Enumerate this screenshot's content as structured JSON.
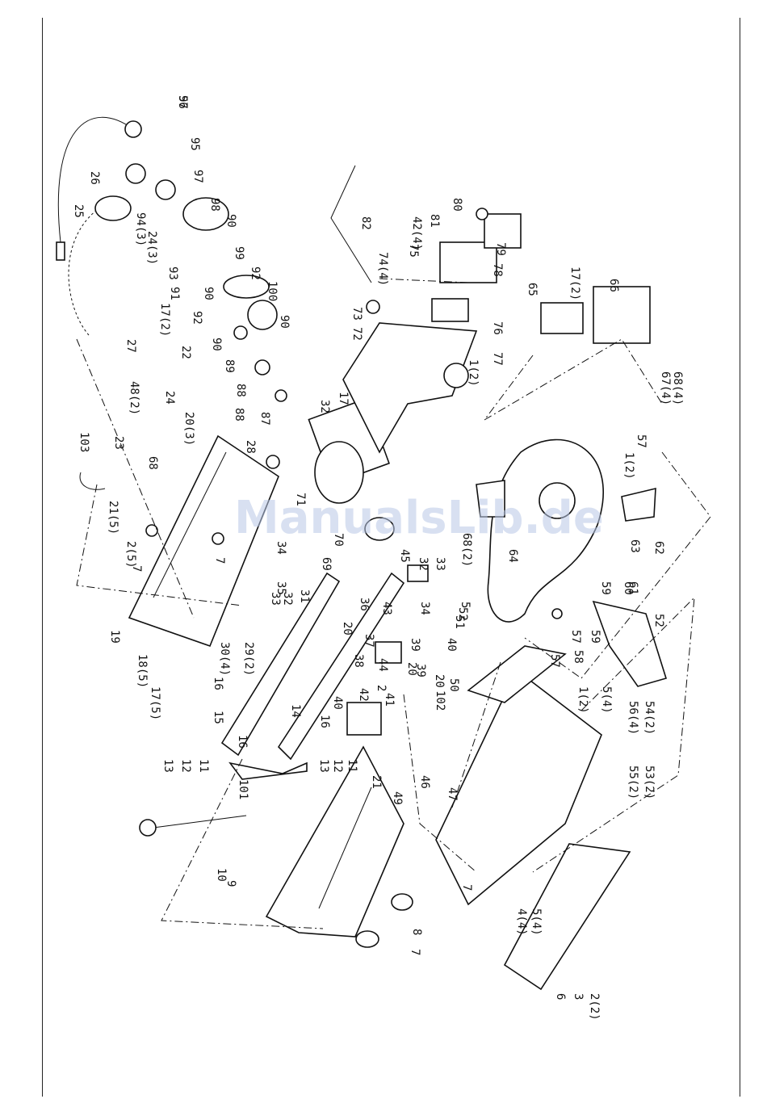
{
  "watermark": "ManualsLib.de",
  "callouts": [
    "96",
    "95",
    "26",
    "25",
    "94(3)",
    "24(3)",
    "97",
    "98",
    "90",
    "93",
    "90",
    "99",
    "92",
    "92",
    "100",
    "90",
    "91",
    "90",
    "89",
    "88",
    "88",
    "87",
    "17(2)",
    "22",
    "27",
    "48(2)",
    "24",
    "20(3)",
    "103",
    "23",
    "68",
    "28",
    "21(5)",
    "2(5)",
    "7",
    "7",
    "71",
    "32",
    "17",
    "80",
    "81",
    "42(4)",
    "82",
    "74(4)",
    "75",
    "78",
    "79",
    "73",
    "72",
    "76",
    "77",
    "1(2)",
    "65",
    "17(2)",
    "66",
    "67(4)",
    "68(4)",
    "34",
    "35",
    "69",
    "70",
    "45",
    "32",
    "33",
    "34",
    "33",
    "32",
    "31",
    "36",
    "20",
    "43",
    "18(5)",
    "17(5)",
    "19",
    "30(4)",
    "29(2)",
    "16",
    "15",
    "16",
    "14",
    "40",
    "16",
    "38",
    "37",
    "39",
    "20",
    "44",
    "39",
    "20",
    "40",
    "42",
    "2",
    "41",
    "51",
    "5",
    "52",
    "102",
    "50",
    "13",
    "12",
    "11",
    "13",
    "12",
    "11",
    "21",
    "49",
    "46",
    "47",
    "101",
    "10",
    "9",
    "8",
    "7",
    "7",
    "6",
    "3",
    "2(2)",
    "1(2)",
    "5(4)",
    "4(4)",
    "5(4)",
    "56(4)",
    "54(2)",
    "55(2)",
    "53(2)",
    "68(2)",
    "64",
    "63",
    "62",
    "1(2)",
    "57",
    "59",
    "60",
    "61",
    "52",
    "57",
    "59",
    "57",
    "58",
    "57"
  ]
}
